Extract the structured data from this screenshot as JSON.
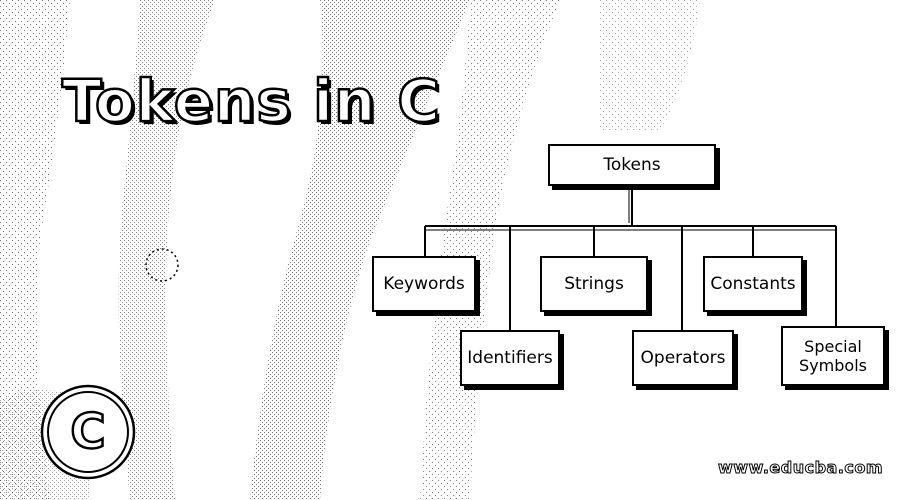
{
  "title": "Tokens in C",
  "diagram": {
    "root": "Tokens",
    "children": [
      "Keywords",
      "Identifiers",
      "Strings",
      "Operators",
      "Constants",
      "Special Symbols"
    ]
  },
  "watermark": "www.educba.com",
  "logo_letter": "C",
  "colors": {
    "line": "#000000",
    "box_fill": "#ffffff",
    "background": "#ffffff"
  }
}
